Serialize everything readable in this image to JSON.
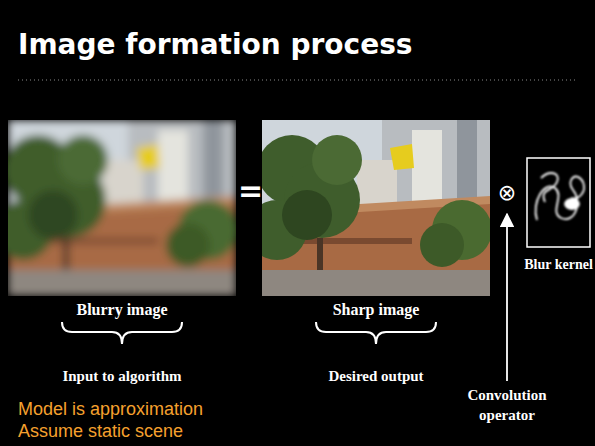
{
  "diagram": {
    "title": "Image formation process",
    "nodes": [
      {
        "text": [
          "Blurry image",
          "Input to algorithm"
        ]
      },
      {
        "text": [
          "Sharp image",
          "Desired output"
        ]
      },
      {
        "text": [
          "Blur kernel"
        ]
      }
    ],
    "labels": [
      "=",
      "⊗",
      "Convolution operator",
      "Model is approximation",
      "Assume static scene"
    ]
  }
}
